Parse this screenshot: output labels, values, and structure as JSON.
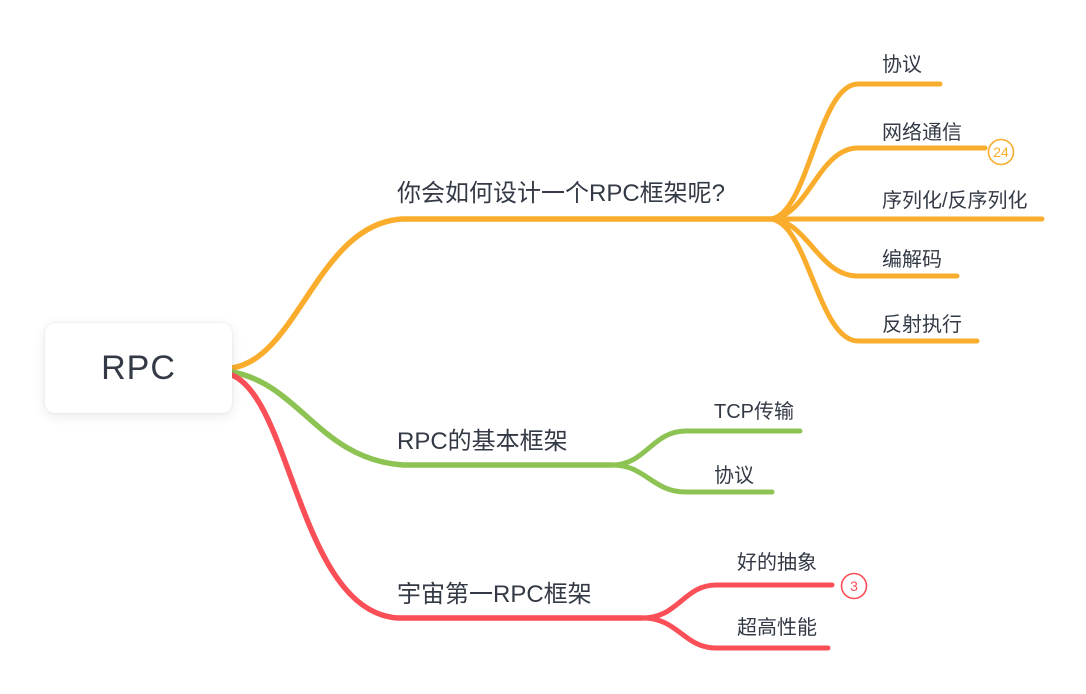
{
  "colors": {
    "orange": "#FAAD2D",
    "green": "#8DC353",
    "red": "#FB4F57",
    "text": "#333A45",
    "background": "#FFFFFF",
    "node_fill": "#FFFFFF"
  },
  "root": {
    "label": "RPC"
  },
  "branches": [
    {
      "label": "你会如何设计一个RPC框架呢?",
      "color": "#FAAD2D",
      "children": [
        {
          "label": "协议"
        },
        {
          "label": "网络通信",
          "badge": "24"
        },
        {
          "label": "序列化/反序列化"
        },
        {
          "label": "编解码"
        },
        {
          "label": "反射执行"
        }
      ]
    },
    {
      "label": "RPC的基本框架",
      "color": "#8DC353",
      "children": [
        {
          "label": "TCP传输"
        },
        {
          "label": "协议"
        }
      ]
    },
    {
      "label": "宇宙第一RPC框架",
      "color": "#FB4F57",
      "children": [
        {
          "label": "好的抽象",
          "badge": "3"
        },
        {
          "label": "超高性能"
        }
      ]
    }
  ]
}
